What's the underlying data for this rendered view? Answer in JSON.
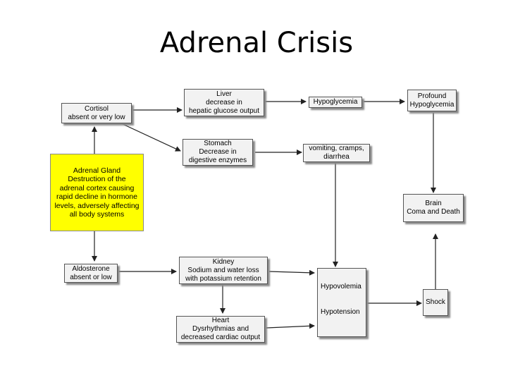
{
  "title": "Adrenal Crisis",
  "nodes": {
    "adrenal": [
      "Adrenal Gland",
      "Destruction of the",
      "adrenal cortex causing",
      "rapid decline in hormone",
      "levels, adversely affecting",
      "all body systems"
    ],
    "cortisol": [
      "Cortisol",
      "absent or very low"
    ],
    "aldosterone": [
      "Aldosterone",
      "absent or low"
    ],
    "liver": [
      "Liver",
      "decrease in",
      "hepatic glucose output"
    ],
    "stomach": [
      "Stomach",
      "Decrease in",
      "digestive enzymes"
    ],
    "kidney": [
      "Kidney",
      "Sodium and water loss",
      "with potassium retention"
    ],
    "heart": [
      "Heart",
      "Dysrhythmias and",
      "decreased cardiac output"
    ],
    "hypoglycemia": [
      "Hypoglycemia"
    ],
    "vomiting": [
      "vomiting, cramps,",
      "diarrhea"
    ],
    "hypovolemia": [
      "Hypovolemia",
      "Hypotension"
    ],
    "profound": [
      "Profound",
      "Hypoglycemia"
    ],
    "brain": [
      "Brain",
      "Coma and Death"
    ],
    "shock": [
      "Shock"
    ]
  }
}
